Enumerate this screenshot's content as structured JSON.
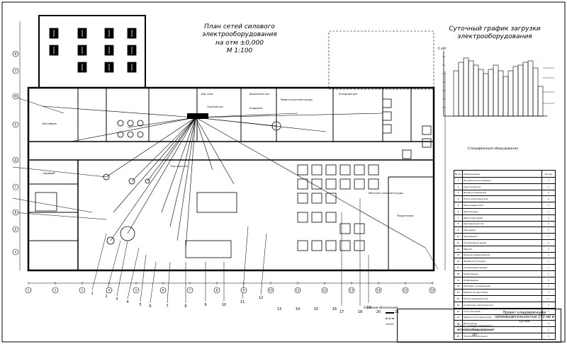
{
  "plan": {
    "title": [
      "План сетей силового электрооборудования",
      "на отм ±0,000",
      "М 1:100"
    ],
    "room_labels": [
      "Бар зона",
      "Банкетный зал",
      "Мойка кухонной посуды",
      "Холодный цех",
      "Горячий цех",
      "Кладовая",
      "Вестибюль",
      "Гардероб",
      "Торговый зал",
      "Моечная столовой посуды",
      "Раздаточная"
    ],
    "row_axes": [
      "И",
      "З",
      "Ж",
      "Е",
      "Д",
      "Г",
      "В",
      "Б",
      "А"
    ],
    "col_axes": [
      "1",
      "2",
      "3",
      "4",
      "5",
      "6",
      "7",
      "8",
      "9",
      "10",
      "11",
      "12",
      "13",
      "14",
      "15",
      "16"
    ],
    "bottom_callouts": [
      "1",
      "2",
      "3",
      "4",
      "5",
      "6",
      "7",
      "8",
      "9",
      "10",
      "11",
      "12",
      "13",
      "14",
      "15",
      "16",
      "17",
      "18",
      "19",
      "20",
      "21"
    ]
  },
  "load_chart": {
    "title": [
      "Суточный график загрузки",
      "электрооборудования"
    ],
    "y_label": "P, кВт"
  },
  "spec": {
    "title": "Спецификация оборудования",
    "headers": [
      "№ п/п",
      "Наименование",
      "Кол-во"
    ],
    "rows": [
      [
        "1",
        "Посудомоечная машина",
        "1"
      ],
      [
        "2",
        "Льдогенератор",
        "1"
      ],
      [
        "3",
        "Шкаф холодильный",
        "1"
      ],
      [
        "4",
        "Плита электрическая",
        "2"
      ],
      [
        "5",
        "Пароконвектомат",
        "1"
      ],
      [
        "6",
        "Фритюрница",
        "1"
      ],
      [
        "7",
        "Жарочный шкаф",
        "1"
      ],
      [
        "8",
        "Картофелечистка",
        "1"
      ],
      [
        "9",
        "Мясорубка",
        "1"
      ],
      [
        "10",
        "Овощерезка",
        "1"
      ],
      [
        "11",
        "Холодильный шкаф",
        "2"
      ],
      [
        "12",
        "Мармит",
        "1"
      ],
      [
        "13",
        "Привод универсальный",
        "1"
      ],
      [
        "14",
        "Шкаф расстоечный",
        "1"
      ],
      [
        "15",
        "Холодильная камера",
        "1"
      ],
      [
        "16",
        "Кипятильник",
        "1"
      ],
      [
        "17",
        "Кофемашина",
        "1"
      ],
      [
        "18",
        "Прилавок холодильный",
        "1"
      ],
      [
        "19",
        "Мармит вторых блюд",
        "1"
      ],
      [
        "20",
        "Котёл пищеварочный",
        "1"
      ],
      [
        "21",
        "Сковорода электрическая",
        "1"
      ],
      [
        "22",
        "Стол тепловой",
        "1"
      ],
      [
        "23",
        "Машина тестомесильная",
        "1"
      ],
      [
        "24",
        "Вентилятор",
        "2"
      ],
      [
        "25",
        "Щит распределительный",
        "1"
      ],
      [
        "26",
        "Электрокипятильник",
        "1"
      ]
    ]
  },
  "title_block": {
    "project": "Проект кладовой-кафе производительностью 150 м2 в сутки",
    "sheet_title": "План сетей силового электрооборудования",
    "sheet": "ДП"
  },
  "legend_note": "Условные обозначения"
}
